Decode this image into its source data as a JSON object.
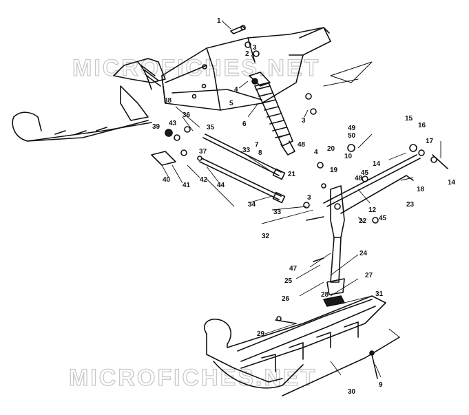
{
  "watermark": {
    "text_top": "MICROFICHES.NET",
    "text_bottom": "MICROFICHES.NET"
  },
  "callouts": [
    "1",
    "2",
    "3",
    "3",
    "3",
    "4",
    "4",
    "5",
    "6",
    "7",
    "8",
    "9",
    "10",
    "12",
    "14",
    "14",
    "15",
    "16",
    "17",
    "18",
    "19",
    "20",
    "21",
    "22",
    "23",
    "24",
    "25",
    "26",
    "27",
    "28",
    "29",
    "30",
    "31",
    "32",
    "33",
    "33",
    "34",
    "35",
    "36",
    "37",
    "38",
    "39",
    "40",
    "41",
    "42",
    "43",
    "44",
    "45",
    "45",
    "47",
    "48",
    "48",
    "49",
    "50"
  ],
  "colors": {
    "ink": "#111111",
    "watermark": "#c8c8c8",
    "background": "#ffffff"
  }
}
